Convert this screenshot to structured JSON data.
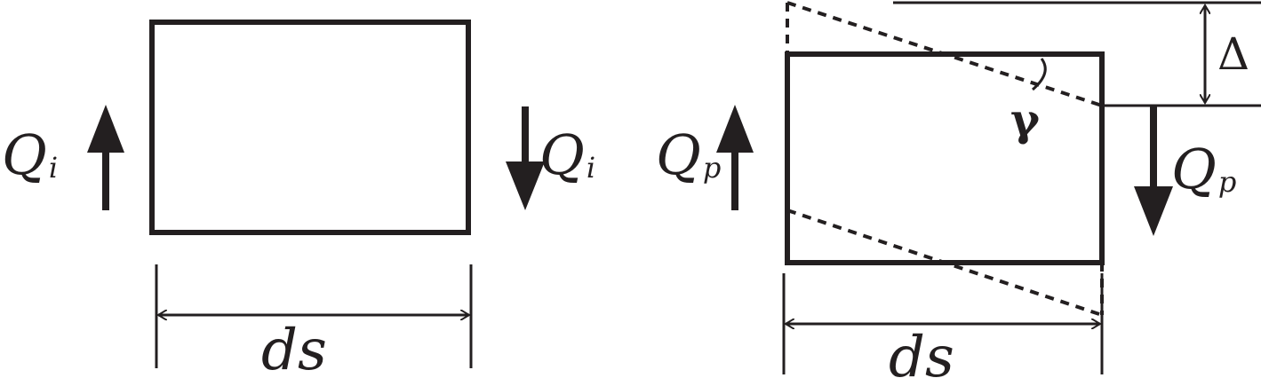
{
  "left_panel": {
    "force_symbol": "Q",
    "force_subscript": "i",
    "length_label": "ds"
  },
  "right_panel": {
    "force_symbol": "Q",
    "force_subscript": "p",
    "length_label": "ds",
    "angle_label": "γ",
    "displacement_label": "Δ"
  },
  "colors": {
    "stroke": "#231f20"
  }
}
